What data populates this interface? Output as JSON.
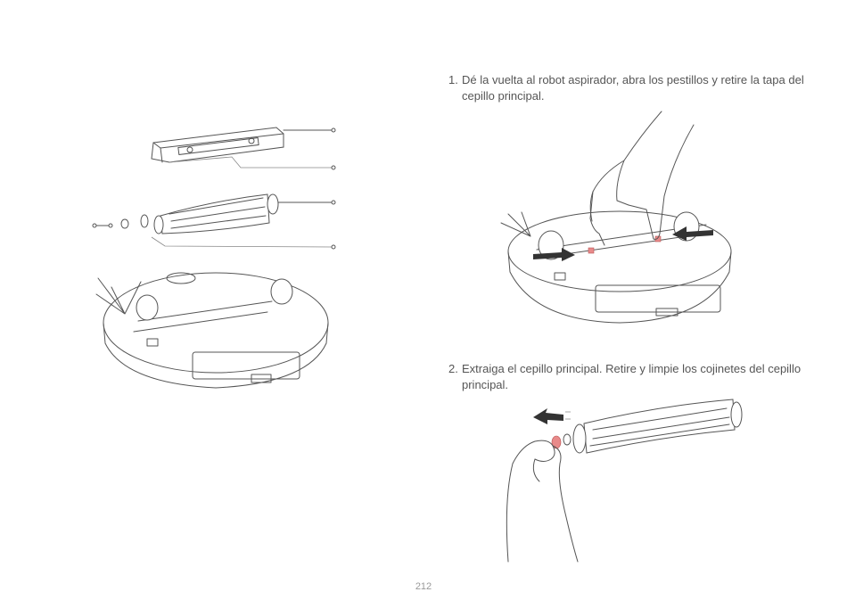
{
  "steps": [
    {
      "number": "1.",
      "text": "Dé la vuelta al robot aspirador, abra los pestillos y retire la tapa del cepillo principal."
    },
    {
      "number": "2.",
      "text": "Extraiga el cepillo principal. Retire y limpie los cojinetes del cepillo principal."
    }
  ],
  "page_number": "212",
  "colors": {
    "text": "#555555",
    "line": "#555555",
    "highlight": "#e88a8a",
    "background": "#ffffff"
  }
}
